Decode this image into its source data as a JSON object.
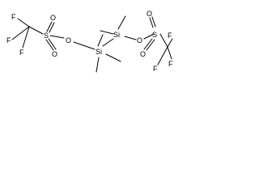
{
  "molecule": {
    "atoms": {
      "f_top_left": "F",
      "f_left": "F",
      "f_bottom_left": "F",
      "s_left": "S",
      "o_left_top": "O",
      "o_left_bottom": "O",
      "o_left_link": "O",
      "si_left": "Si",
      "si_right": "Si",
      "o_right_link": "O",
      "s_right": "S",
      "o_right_top": "O",
      "o_right_bottom": "O",
      "f_right_top": "F",
      "f_right_right": "F",
      "f_right_bottom": "F"
    }
  }
}
